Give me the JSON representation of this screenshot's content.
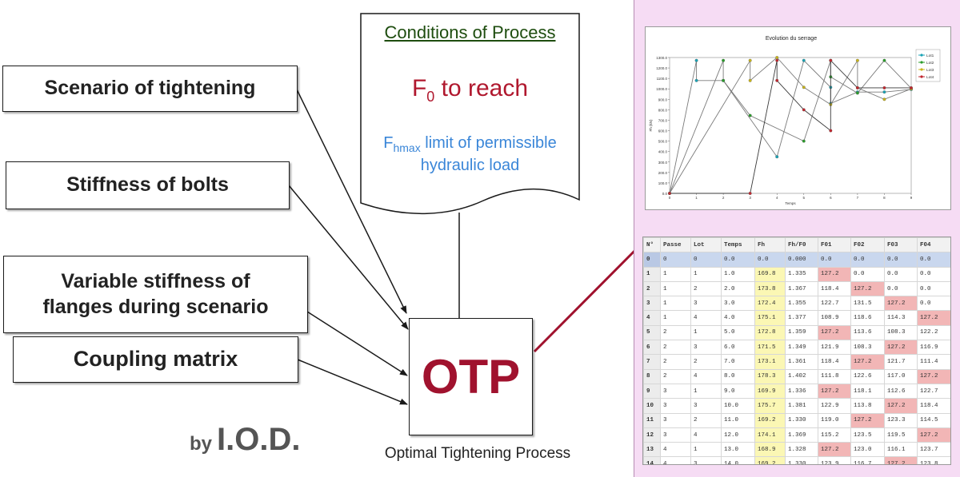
{
  "inputs": {
    "scenario": "Scenario of tightening",
    "stiffness_bolts": "Stiffness of bolts",
    "flanges_line1": "Variable stiffness of",
    "flanges_line2": "flanges during scenario",
    "coupling": "Coupling matrix"
  },
  "conditions": {
    "title": "Conditions of Process",
    "f0_main": "F",
    "f0_sub": "0",
    "f0_rest": " to reach",
    "fh_main": "F",
    "fh_sub": "hmax",
    "fh_rest": " limit of permissible",
    "fh_line2": "hydraulic load"
  },
  "otp": {
    "label": "OTP",
    "caption": "Optimal Tightening Process"
  },
  "credit": {
    "by": "by",
    "name": "I.O.D."
  },
  "colors": {
    "arrow": "#1a1a1a",
    "red_arrow": "#a0122e",
    "otp": "#a0122e",
    "panel_bg": "#f6dcf4"
  },
  "chart_data": {
    "type": "line",
    "title": "Evolution du serrage",
    "xlabel": "Temps",
    "ylabel": "Fh (kN)",
    "xlim": [
      0,
      9
    ],
    "ylim": [
      0,
      1300
    ],
    "x_ticks": [
      "0",
      "1",
      "2",
      "3",
      "4",
      "5",
      "6",
      "7",
      "8",
      "9"
    ],
    "y_ticks": [
      "0.0",
      "100.0",
      "200.0",
      "300.0",
      "400.0",
      "500.0",
      "600.0",
      "700.0",
      "800.0",
      "900.0",
      "1000.0",
      "1100.0",
      "1200.0",
      "1300.0"
    ],
    "legend_position": "right",
    "series": [
      {
        "name": "Lot1",
        "color": "#1aa3b5",
        "marker": "circle",
        "x": [
          0,
          1,
          1,
          2,
          4,
          5,
          6,
          6,
          7,
          8,
          9
        ],
        "y": [
          0,
          1272,
          1080,
          1080,
          350,
          1272,
          1015,
          860,
          970,
          970,
          995
        ]
      },
      {
        "name": "Lot2",
        "color": "#2a9c2a",
        "marker": "circle",
        "x": [
          0,
          2,
          2,
          3,
          5,
          6,
          6,
          7,
          8,
          9
        ],
        "y": [
          0,
          1272,
          1080,
          745,
          500,
          1272,
          1115,
          960,
          1272,
          1005
        ]
      },
      {
        "name": "Lot3",
        "color": "#c8b41a",
        "marker": "circle",
        "x": [
          0,
          3,
          3,
          4,
          5,
          6,
          7,
          7,
          8,
          9
        ],
        "y": [
          0,
          1272,
          1080,
          1300,
          1015,
          850,
          1272,
          1010,
          900,
          1000
        ]
      },
      {
        "name": "Lot4",
        "color": "#c0262e",
        "marker": "circle",
        "x": [
          0,
          3,
          4,
          4,
          5,
          6,
          6,
          7,
          8,
          9
        ],
        "y": [
          0,
          0,
          1272,
          1080,
          800,
          600,
          1272,
          1010,
          1010,
          1010
        ]
      }
    ]
  },
  "table": {
    "headers": [
      "N°",
      "Passe",
      "Lot",
      "Temps",
      "Fh",
      "Fh/F0",
      "F01",
      "F02",
      "F03",
      "F04"
    ],
    "rows": [
      [
        "0",
        "0",
        "0",
        "0.0",
        "0.0",
        "0.000",
        "0.0",
        "0.0",
        "0.0",
        "0.0"
      ],
      [
        "1",
        "1",
        "1",
        "1.0",
        "169.8",
        "1.335",
        "127.2",
        "0.0",
        "0.0",
        "0.0"
      ],
      [
        "2",
        "1",
        "2",
        "2.0",
        "173.8",
        "1.367",
        "118.4",
        "127.2",
        "0.0",
        "0.0"
      ],
      [
        "3",
        "1",
        "3",
        "3.0",
        "172.4",
        "1.355",
        "122.7",
        "131.5",
        "127.2",
        "0.0"
      ],
      [
        "4",
        "1",
        "4",
        "4.0",
        "175.1",
        "1.377",
        "108.9",
        "118.6",
        "114.3",
        "127.2"
      ],
      [
        "5",
        "2",
        "1",
        "5.0",
        "172.8",
        "1.359",
        "127.2",
        "113.6",
        "108.3",
        "122.2"
      ],
      [
        "6",
        "2",
        "3",
        "6.0",
        "171.5",
        "1.349",
        "121.9",
        "108.3",
        "127.2",
        "116.9"
      ],
      [
        "7",
        "2",
        "2",
        "7.0",
        "173.1",
        "1.361",
        "118.4",
        "127.2",
        "121.7",
        "111.4"
      ],
      [
        "8",
        "2",
        "4",
        "8.0",
        "178.3",
        "1.402",
        "111.8",
        "122.6",
        "117.0",
        "127.2"
      ],
      [
        "9",
        "3",
        "1",
        "9.0",
        "169.9",
        "1.336",
        "127.2",
        "118.1",
        "112.6",
        "122.7"
      ],
      [
        "10",
        "3",
        "3",
        "10.0",
        "175.7",
        "1.381",
        "122.9",
        "113.8",
        "127.2",
        "118.4"
      ],
      [
        "11",
        "3",
        "2",
        "11.0",
        "169.2",
        "1.330",
        "119.0",
        "127.2",
        "123.3",
        "114.5"
      ],
      [
        "12",
        "3",
        "4",
        "12.0",
        "174.1",
        "1.369",
        "115.2",
        "123.5",
        "119.5",
        "127.2"
      ],
      [
        "13",
        "4",
        "1",
        "13.0",
        "168.9",
        "1.328",
        "127.2",
        "123.0",
        "116.1",
        "123.7"
      ],
      [
        "14",
        "4",
        "3",
        "14.0",
        "169.2",
        "1.330",
        "123.9",
        "116.7",
        "127.2",
        "123.8"
      ]
    ]
  }
}
